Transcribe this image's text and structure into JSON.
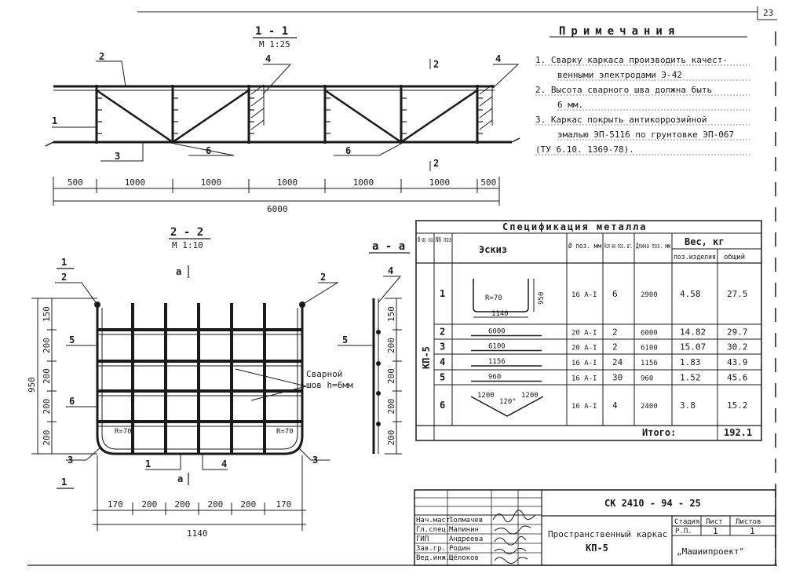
{
  "sheet": {
    "page_number": "23"
  },
  "section_1_1": {
    "title": "1 - 1",
    "scale": "М 1:25",
    "leaders": {
      "p1": "1",
      "p2": "2",
      "p3": "3",
      "p4a": "4",
      "p4b": "4",
      "p6a": "6",
      "p6b": "6"
    },
    "cut_marks": {
      "top": "2",
      "bottom": "2"
    },
    "dims": [
      "500",
      "1000",
      "1000",
      "1000",
      "1000",
      "1000",
      "500"
    ],
    "total": "6000"
  },
  "section_2_2": {
    "title": "2 - 2",
    "scale": "М 1:10",
    "cut_a_top": "а",
    "cut_a_bottom": "а",
    "cut_1_top": "1",
    "cut_1_bottom": "1",
    "leaders": {
      "p1": "1",
      "p2l": "2",
      "p2r": "2",
      "p3l": "3",
      "p3r": "3",
      "p4": "4",
      "p5": "5",
      "p6": "6"
    },
    "vdims": [
      "150",
      "200",
      "200",
      "200",
      "200"
    ],
    "vtotal": "950",
    "hdims": [
      "170",
      "200",
      "200",
      "200",
      "200",
      "170"
    ],
    "htotal": "1140",
    "radius_left": "R=70",
    "radius_right": "R=70",
    "weld_note_1": "Сварной",
    "weld_note_2": "шов h=6мм"
  },
  "section_a_a": {
    "title": "а - а",
    "leaders": {
      "p4": "4",
      "p5": "5"
    },
    "vdims": [
      "150",
      "200",
      "200",
      "200",
      "200"
    ]
  },
  "notes": {
    "title": "Примечания",
    "lines": [
      "1. Сварку каркаса производить качест-",
      "венными электродами Э-42",
      "2. Высота сварного шва должна быть",
      "6 мм.",
      "3. Каркас покрыть антикоррозийной",
      "эмалью ЭП-5116 по грунтовке ЭП-067",
      "(ТУ 6.10. 1369-78)."
    ]
  },
  "spec": {
    "title": "Спецификация металла",
    "headers": {
      "nn_karkasa": "NN кар- каса",
      "nn_poz": "NN поз",
      "eskiz": "Эскиз",
      "diam": "Ø поз. мм",
      "kolvo": "Кол-во поз. шт.",
      "dlina": "Длина поз. мм",
      "ves": "Вес, кг",
      "ves_poz": "поз.изделия",
      "ves_obsh": "общий"
    },
    "karkas_label": "КП-5",
    "sketch_pos1_radius": "R=70",
    "sketch_pos1_height": "950",
    "sketch_pos1_width": "1140",
    "sketch_pos6_left": "1200",
    "sketch_pos6_angle": "120°",
    "sketch_pos6_right": "1200",
    "rows": [
      {
        "poz": "1",
        "sketch": "",
        "diam": "16 А-I",
        "kol": "6",
        "len": "2900",
        "w1": "4.58",
        "w2": "27.5"
      },
      {
        "poz": "2",
        "sketch": "6000",
        "diam": "20 А-I",
        "kol": "2",
        "len": "6000",
        "w1": "14.82",
        "w2": "29.7"
      },
      {
        "poz": "3",
        "sketch": "6100",
        "diam": "20 А-I",
        "kol": "2",
        "len": "6100",
        "w1": "15.07",
        "w2": "30.2"
      },
      {
        "poz": "4",
        "sketch": "1156",
        "diam": "16 А-I",
        "kol": "24",
        "len": "1156",
        "w1": "1.83",
        "w2": "43.9"
      },
      {
        "poz": "5",
        "sketch": "960",
        "diam": "16 А-I",
        "kol": "30",
        "len": "960",
        "w1": "1.52",
        "w2": "45.6"
      },
      {
        "poz": "6",
        "sketch": "",
        "diam": "16 А-I",
        "kol": "4",
        "len": "2400",
        "w1": "3.8",
        "w2": "15.2"
      }
    ],
    "total_label": "Итого:",
    "total_value": "192.1"
  },
  "title_block": {
    "code": "СК 2410 - 94 - 25",
    "name": "Пространственный каркас",
    "mark": "КП-5",
    "stage_h": "Стадия",
    "sheet_h": "Лист",
    "sheets_h": "Листов",
    "stage": "Р.П.",
    "sheet": "1",
    "sheets": "1",
    "org": "„Машиипроект\"",
    "roles": [
      {
        "role": "Нач.маст.",
        "name": "Толмачев"
      },
      {
        "role": "Гл.спец.",
        "name": "Малинин"
      },
      {
        "role": "ГИП",
        "name": "Андреева"
      },
      {
        "role": "Зав.гр.",
        "name": "Родин"
      },
      {
        "role": "Вед.инж.",
        "name": "Щёлоков"
      }
    ]
  }
}
